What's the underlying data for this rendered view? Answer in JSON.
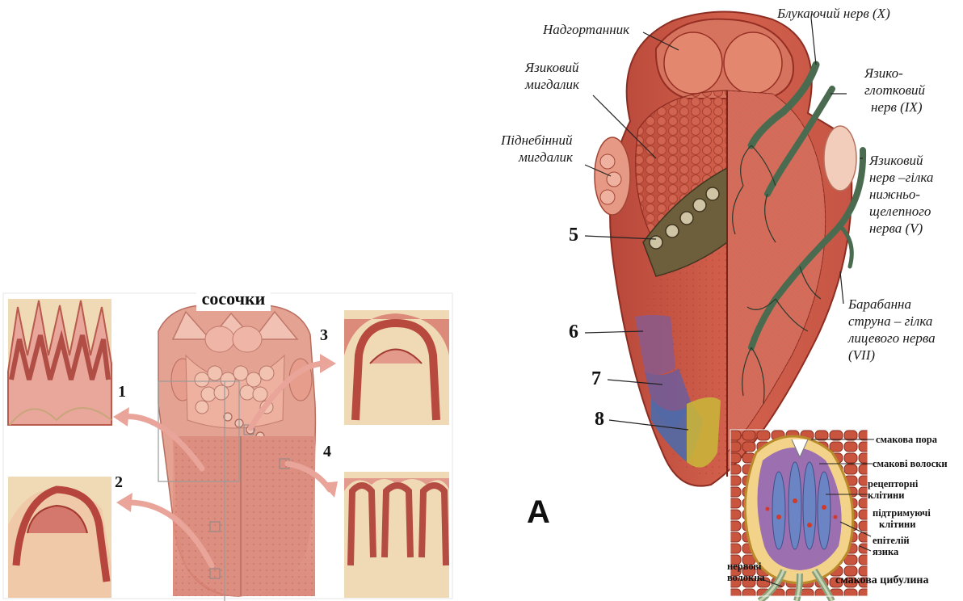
{
  "left_panel": {
    "title": "сосочки",
    "numbers": [
      "1",
      "2",
      "3",
      "4"
    ]
  },
  "right_panel": {
    "labels": {
      "epiglottis": "Надгортанник",
      "lingual_tonsil": [
        "Язиковий",
        "мигдалик"
      ],
      "palatine_tonsil": [
        "Піднебінний",
        "мигдалик"
      ],
      "vagus": "Блукаючий нерв (X)",
      "glossopharyngeal": [
        "Язико-",
        "глотковий",
        "нерв (IX)"
      ],
      "lingual_nerve": [
        "Язиковий",
        "нерв –гілка",
        "нижньо-",
        "щелепного",
        "нерва (V)"
      ],
      "chorda": [
        "Барабанна",
        "струна – гілка",
        "лицевого нерва",
        "(VII)"
      ]
    },
    "numbers": [
      "5",
      "6",
      "7",
      "8"
    ],
    "panel_letter": "A"
  },
  "taste_bud": {
    "labels": {
      "pore": "смакова пора",
      "hairs": "смакові волоски",
      "receptor": [
        "рецепторні",
        "клітини"
      ],
      "supporting": [
        "підтримуючі",
        "клітини"
      ],
      "epithelium": [
        "епітелій",
        "язика"
      ],
      "nerve_fibers": [
        "нервові",
        "волокна"
      ],
      "bulb": "смакова цибулина"
    }
  },
  "colors": {
    "tongue": "#d9897c",
    "tongue_dark": "#c2614f",
    "nerve": "#4a6b4f",
    "zone_purple": "#8a5a8c",
    "zone_blue": "#4e6aa8",
    "zone_yellow": "#c9b23a"
  }
}
